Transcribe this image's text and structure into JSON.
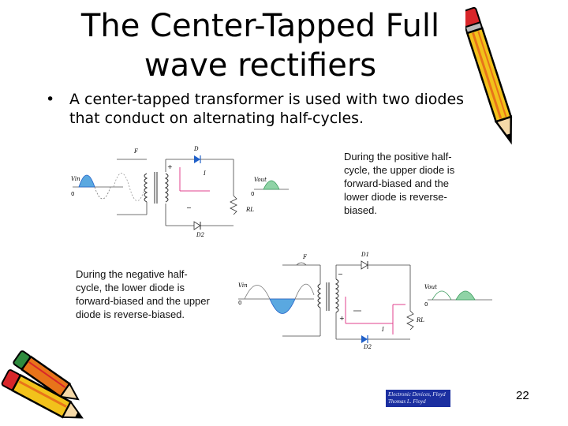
{
  "slide": {
    "title_line1": "The Center-Tapped Full",
    "title_line2": "wave rectifiers",
    "bullet_symbol": "•",
    "bullet_text": "A center-tapped transformer is used with two diodes that conduct on alternating half-cycles.",
    "note_positive": "During the positive half-cycle, the upper diode is forward-biased and the lower diode is reverse-biased.",
    "note_negative": "During the negative half-cycle, the lower diode is forward-biased and the upper diode is reverse-biased.",
    "page_number": "22",
    "reference_line1": "Electronic Devices, Floyd",
    "reference_line2": "Thomas L. Floyd"
  },
  "diagram_top": {
    "fuse_label": "F",
    "input_label": "Vin",
    "input_zero": "0",
    "upper_diode": "D",
    "lower_diode": "D2",
    "current_label": "I",
    "output_label": "Vout",
    "output_zero": "0",
    "load_label": "RL",
    "plus": "+",
    "minus": "−"
  },
  "diagram_bottom": {
    "fuse_label": "F",
    "input_label": "Vin",
    "input_zero": "0",
    "upper_diode": "D1",
    "lower_diode": "D2",
    "current_label": "I",
    "output_label": "Vout",
    "output_zero": "0",
    "load_label": "RL",
    "plus": "+",
    "minus": "−"
  },
  "colors": {
    "wave_fill": "#5aa8e0",
    "wave_fill_out": "#8fd3a6",
    "diode_blue": "#2060c8",
    "current_pink": "#e0408c",
    "pencil_yellow": "#f2c21b",
    "pencil_orange": "#e8741a",
    "pencil_red": "#d8262a"
  },
  "icons": [
    "pencil-icon-top-right",
    "pencils-icon-bottom-left"
  ]
}
